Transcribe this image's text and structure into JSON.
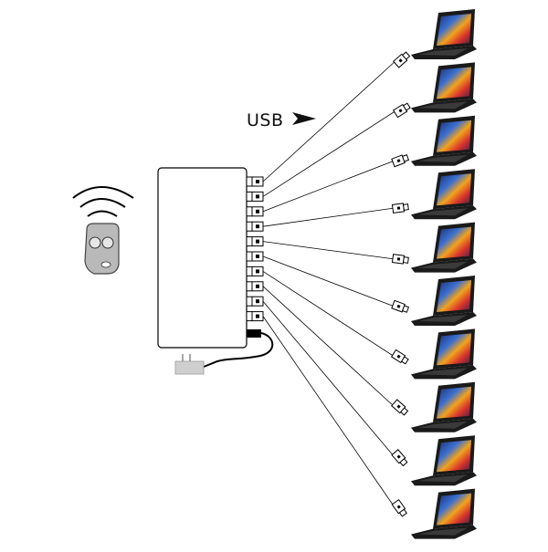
{
  "diagram": {
    "label": "USB",
    "ports": 10,
    "laptops": 10,
    "icons": {
      "remote": "remote-control-icon",
      "signal": "wireless-signal-icon",
      "laptop": "laptop-icon",
      "usb_plug": "usb-plug-icon",
      "power": "power-adapter-icon"
    },
    "colors": {
      "stroke": "#000000",
      "remote_body": "#b9b9b9",
      "adapter": "#cfcfcf",
      "laptop_body": "#1a1a1a"
    }
  }
}
